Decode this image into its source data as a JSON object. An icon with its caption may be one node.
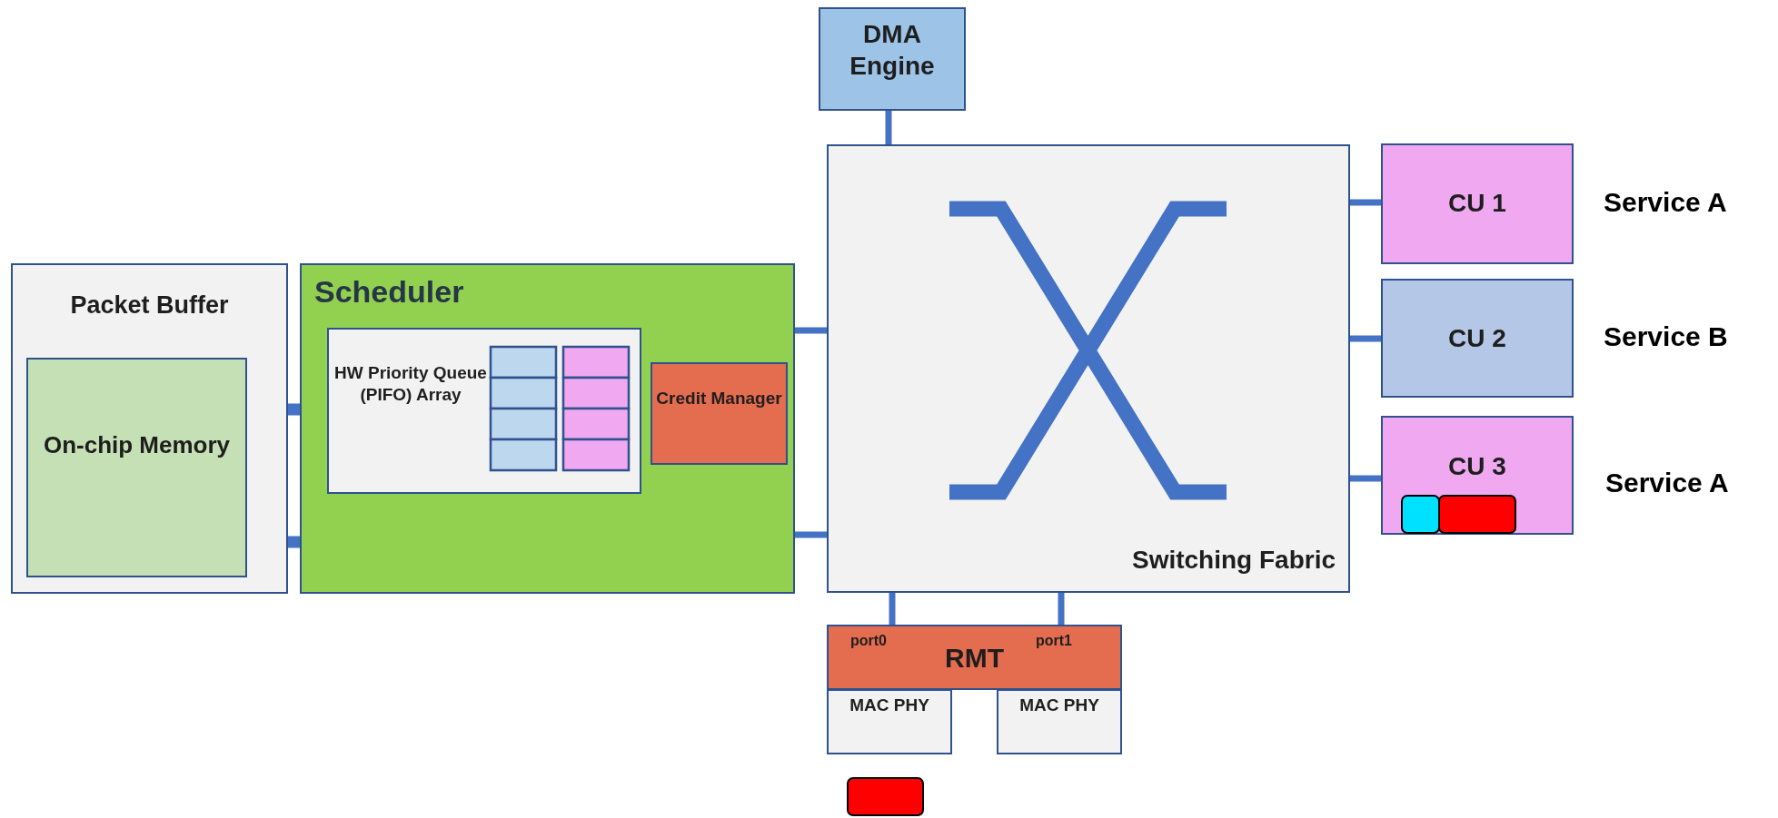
{
  "diagram": {
    "nodes": [
      {
        "text": [
          "Packet Buffer"
        ]
      },
      {
        "text": [
          "On-chip Memory"
        ],
        "in": 0
      },
      {
        "text": [
          "Scheduler"
        ]
      },
      {
        "text": [
          "HW Priority Queue (PIFO) Array"
        ],
        "in": 2
      },
      {
        "text": [
          "Credit Manager"
        ],
        "in": 2
      },
      {
        "text": [
          "DMA Engine"
        ]
      },
      {
        "text": [
          "Switching Fabric"
        ]
      },
      {
        "text": [
          "CU 1"
        ],
        "beside": [
          "Service A"
        ]
      },
      {
        "text": [
          "CU 2"
        ],
        "beside": [
          "Service B"
        ]
      },
      {
        "text": [
          "CU 3"
        ],
        "beside": [
          "Service A"
        ]
      },
      {
        "text": [
          "port0",
          "RMT",
          "port1"
        ]
      },
      {
        "text": [
          "MAC PHY"
        ]
      },
      {
        "text": [
          "MAC PHY"
        ]
      }
    ],
    "edges": [
      {
        "from": 1,
        "to": 2,
        "arrow": "none",
        "style": "thick"
      },
      {
        "from": 1,
        "to": 2,
        "arrow": "none",
        "style": "thick"
      },
      {
        "from": 2,
        "to": 6,
        "arrow": "none"
      },
      {
        "from": 2,
        "to": 6,
        "arrow": "none"
      },
      {
        "from": 5,
        "to": 6,
        "arrow": "none"
      },
      {
        "from": 6,
        "to": 7,
        "arrow": "none"
      },
      {
        "from": 6,
        "to": 8,
        "arrow": "none"
      },
      {
        "from": 6,
        "to": 9,
        "arrow": "none"
      },
      {
        "from": 6,
        "to": 10,
        "arrow": "none"
      },
      {
        "from": 6,
        "to": 10,
        "arrow": "none"
      }
    ]
  }
}
